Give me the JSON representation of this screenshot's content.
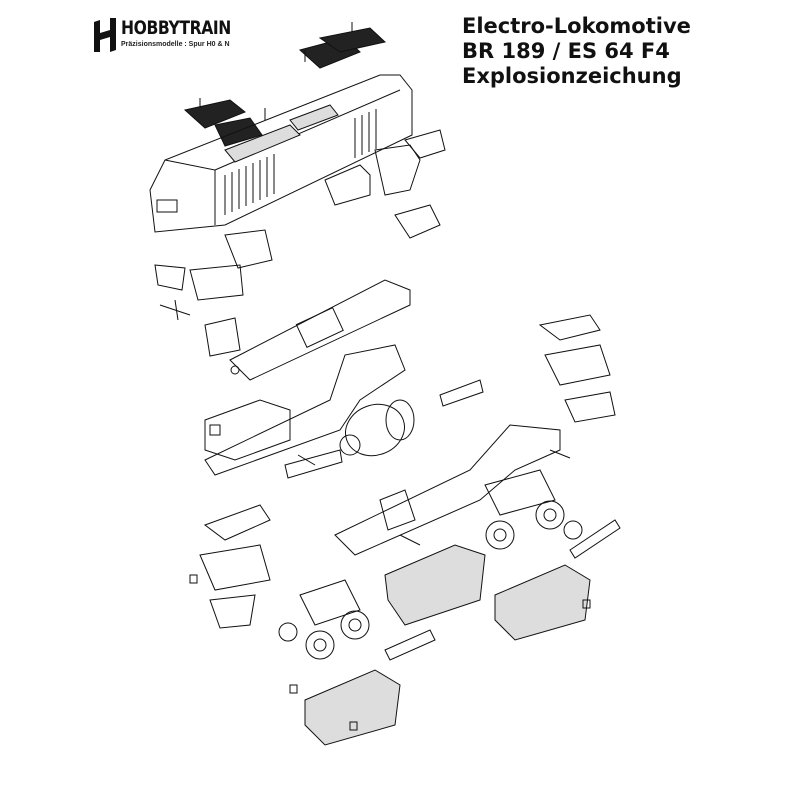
{
  "brand": {
    "name": "HOBBYTRAIN",
    "tagline": "Präzisionsmodelle : Spur H0 & N"
  },
  "title": {
    "line1": "Electro-Lokomotive",
    "line2": "BR 189 / ES 64 F4",
    "line3": "Explosionzeichung"
  }
}
